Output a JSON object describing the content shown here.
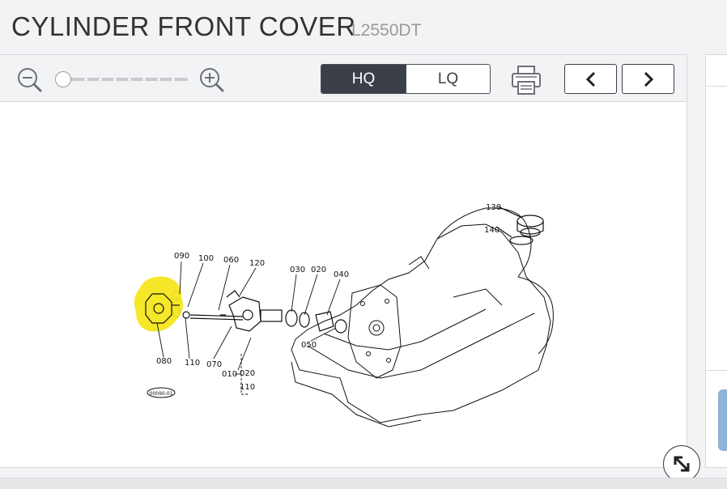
{
  "header": {
    "title": "CYLINDER FRONT COVER",
    "model": "L2550DT"
  },
  "toolbar": {
    "zoom_out_icon": "zoom-out-icon",
    "zoom_in_icon": "zoom-in-icon",
    "zoom_level": 0.0,
    "quality_options": [
      {
        "label": "HQ",
        "selected": true
      },
      {
        "label": "LQ",
        "selected": false
      }
    ],
    "print_icon": "printer-icon",
    "prev_icon": "chevron-left-icon",
    "next_icon": "chevron-right-icon"
  },
  "drawing": {
    "part_labels": [
      "130",
      "140",
      "090",
      "100",
      "060",
      "120",
      "030",
      "020",
      "040",
      "050",
      "080",
      "110",
      "070",
      "010",
      "020",
      "110"
    ],
    "figure_code": "00090-01",
    "highlight_color": "#f5e61e"
  },
  "viewer": {
    "fullscreen_icon": "expand-diagonal-icon"
  },
  "colors": {
    "dark": "#3b3f47",
    "panel_bg": "#f2f3f5",
    "side_tab": "#8fb3d6"
  }
}
